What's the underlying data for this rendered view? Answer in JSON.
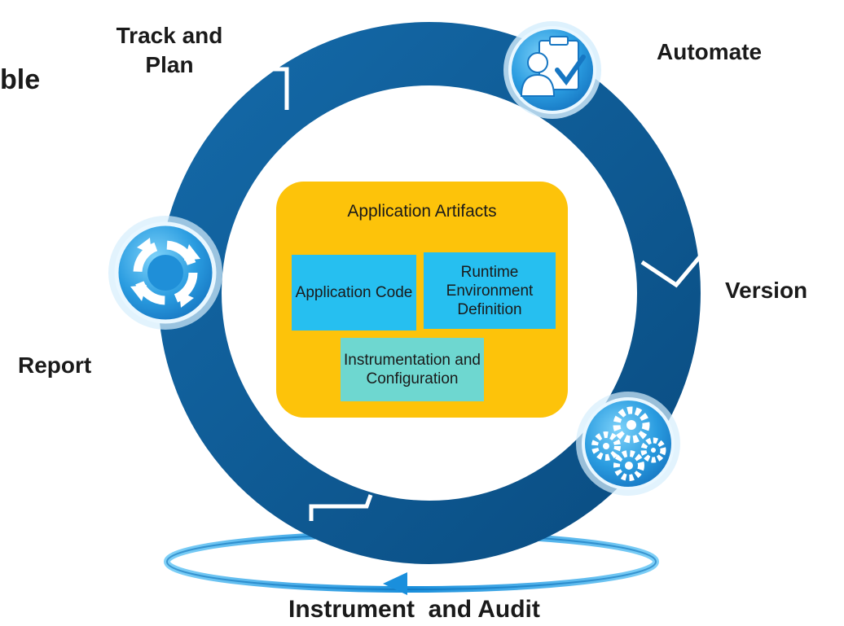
{
  "stages": {
    "track_plan": "Track and Plan",
    "automate": "Automate",
    "version": "Version",
    "instrument_audit": "Instrument  and Audit",
    "report": "Report"
  },
  "cropped_heading": "ble",
  "artifacts": {
    "title": "Application Artifacts",
    "application_code": "Application Code",
    "runtime_environment": "Runtime Environment Definition",
    "instrumentation": "Instrumentation and Configuration"
  },
  "icons": [
    "clipboard-person-check-icon",
    "cycle-arrows-icon",
    "gears-icon"
  ],
  "colors": {
    "ring": "#0f5d97",
    "ring_dark": "#0a4c80",
    "artifact_panel": "#fdc30a",
    "box_blue": "#26bff0",
    "box_teal": "#6ed7d0",
    "icon_blue": "#1f8fd8"
  }
}
